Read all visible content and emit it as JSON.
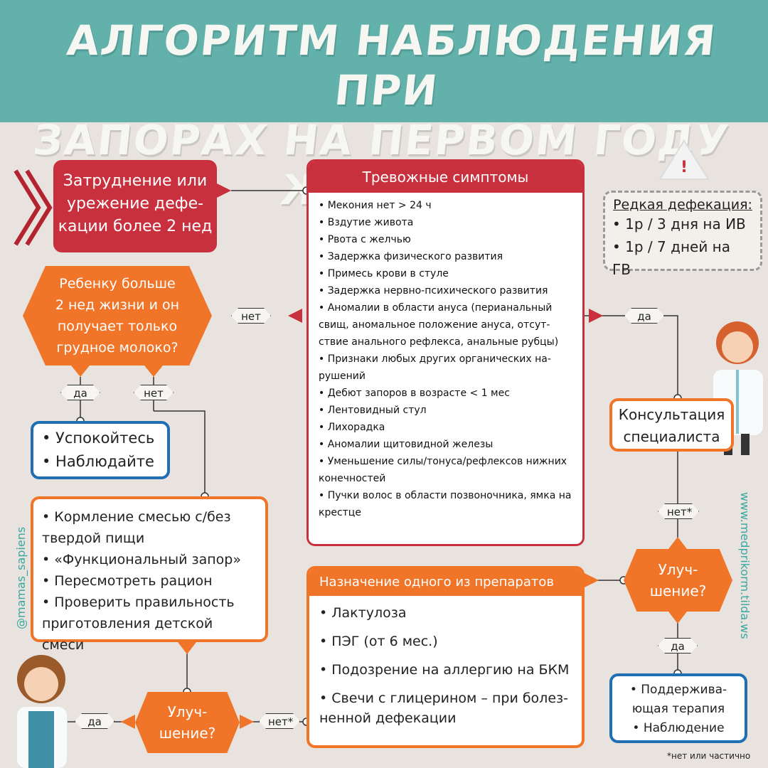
{
  "header": {
    "title": "АЛГОРИТМ НАБЛЮДЕНИЯ ПРИ\nЗАПОРАХ НА ПЕРВОМ ГОДУ ЖИЗНИ"
  },
  "colors": {
    "header_bg": "#62b2ab",
    "red": "#c9303d",
    "orange": "#f07528",
    "blue": "#1f6fb2",
    "background": "#e8e3df"
  },
  "start_box": {
    "text": "Затруднение или\nурежение дефе-\nкации более 2 нед"
  },
  "alarm": {
    "title": "Тревожные симптомы",
    "items": [
      "• Мекония нет > 24 ч",
      "• Вздутие живота",
      "• Рвота с желчью",
      "• Задержка физического развития",
      "• Примесь крови в стуле",
      "• Задержка нервно-психического развития",
      "• Аномалии в области ануса (перианальный свищ, аномальное положение ануса, отсут-ствие анального рефлекса, анальные рубцы)",
      "• Признаки любых других органических на-рушений",
      "• Дебют запоров в возрасте < 1 мес",
      "• Лентовидный стул",
      "• Лихорадка",
      "• Аномалии щитовидной железы",
      "• Уменьшение силы/тонуса/рефлексов нижних конечностей",
      "• Пучки волос в области позвоночника, ямка на крестце"
    ]
  },
  "rare": {
    "title": "Редкая дефекация:",
    "lines": [
      "• 1р / 3 дня на ИВ",
      "• 1р / 7 дней на ГВ"
    ]
  },
  "question1": {
    "text": "Ребенку больше\n2 нед жизни и он\nполучает только\nгрудное молоко?"
  },
  "calm": {
    "lines": [
      "• Успокойтесь",
      "• Наблюдайте"
    ]
  },
  "formula": {
    "lines": [
      "• Кормление смесью с/без",
      "твердой пищи",
      "• «Функциональный запор»",
      "• Пересмотреть рацион",
      "• Проверить правильность",
      "приготовления детской смеси"
    ]
  },
  "consult": {
    "text": "Консультация\nспециалиста"
  },
  "drugs": {
    "title": "Назначение одного из препаратов",
    "items": [
      "• Лактулоза",
      "• ПЭГ (от 6 мес.)",
      "• Подозрение на аллергию на БКМ",
      "• Свечи с глицерином – при болез-\nненной дефекации"
    ]
  },
  "question2": {
    "text": "Улуч-\nшение?"
  },
  "question3": {
    "text": "Улуч-\nшение?"
  },
  "support": {
    "lines": [
      "• Поддержива-",
      "ющая терапия",
      "• Наблюдение"
    ]
  },
  "tags": {
    "no_left": "нет",
    "yes_right": "да",
    "yes_calm": "да",
    "no_formula": "нет",
    "no_star_right": "нет*",
    "yes_support": "да",
    "no_star_bottom": "нет*",
    "yes_bottom": "да"
  },
  "side_left": "@mamas_sapiens",
  "side_right": "www.medprikorm.tilda.ws",
  "footnote": "*нет или частично"
}
